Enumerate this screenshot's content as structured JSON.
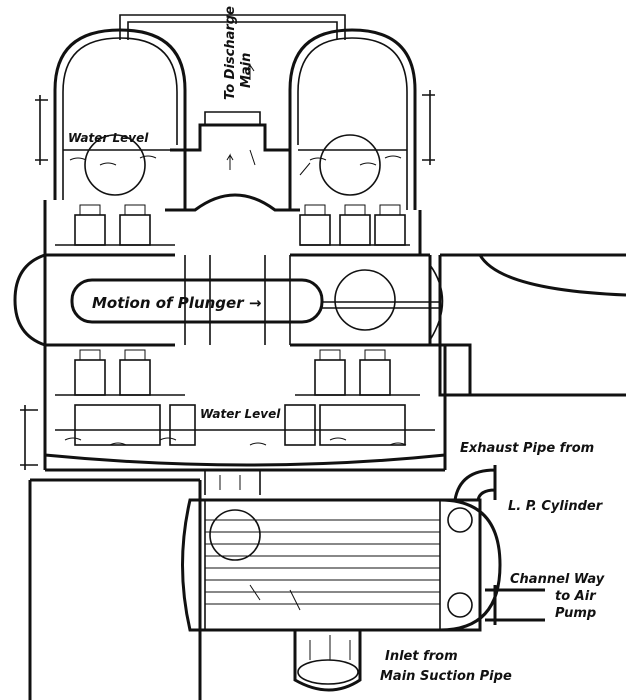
{
  "labels": {
    "discharge_line1": "To Discharge",
    "discharge_line2": "Main",
    "water_level_top": "Water Level",
    "water_level_bottom": "Water Level",
    "plunger": "Motion of Plunger →",
    "exhaust_line1": "Exhaust Pipe from",
    "exhaust_line2": "L. P. Cylinder",
    "channel_line1": "Channel Way",
    "channel_line2": "to Air",
    "channel_line3": "Pump",
    "inlet_line1": "Inlet from",
    "inlet_line2": "Main Suction Pipe"
  }
}
